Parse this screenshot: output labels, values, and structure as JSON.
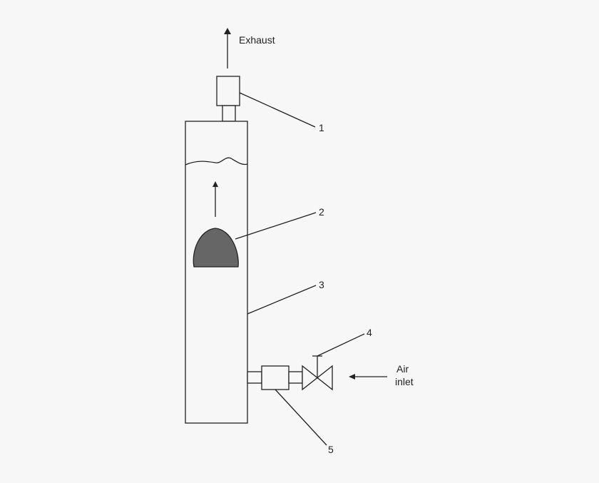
{
  "labels": {
    "exhaust": "Exhaust",
    "air_line1": "Air",
    "air_line2": "inlet",
    "callout_1": "1",
    "callout_2": "2",
    "callout_3": "3",
    "callout_4": "4",
    "callout_5": "5"
  },
  "colors": {
    "background": "#f7f7f7",
    "line": "#222222",
    "bubble": "#666666"
  }
}
